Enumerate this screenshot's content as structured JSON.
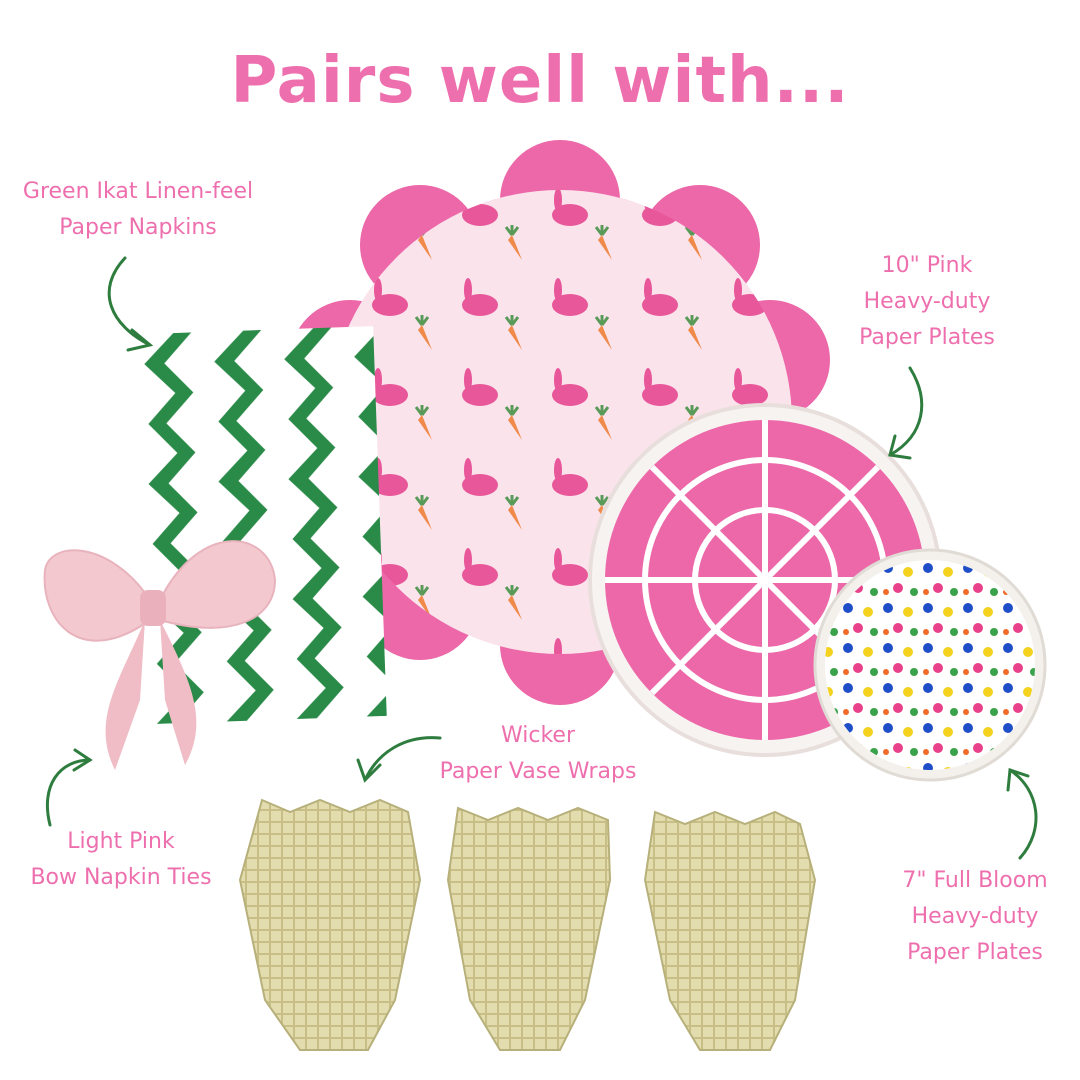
{
  "heading": "Pairs well with...",
  "colors": {
    "accent_pink": "#ee6fae",
    "hot_pink": "#ec68a8",
    "ikat_green": "#2a8a48",
    "arrow_green": "#2e7d3f",
    "wicker": "#dcd6a8",
    "bow_pink": "#f3c8cf"
  },
  "labels": {
    "napkins": {
      "line1": "Green Ikat Linen-feel",
      "line2": "Paper Napkins"
    },
    "plates10": {
      "line1": "10\" Pink",
      "line2": "Heavy-duty",
      "line3": "Paper Plates"
    },
    "vase": {
      "line1": "Wicker",
      "line2": "Paper Vase Wraps"
    },
    "bow": {
      "line1": "Light Pink",
      "line2": "Bow Napkin Ties"
    },
    "plates7": {
      "line1": "7\" Full Bloom",
      "line2": "Heavy-duty",
      "line3": "Paper Plates"
    }
  },
  "icons": [
    "curved-arrow-icon"
  ]
}
